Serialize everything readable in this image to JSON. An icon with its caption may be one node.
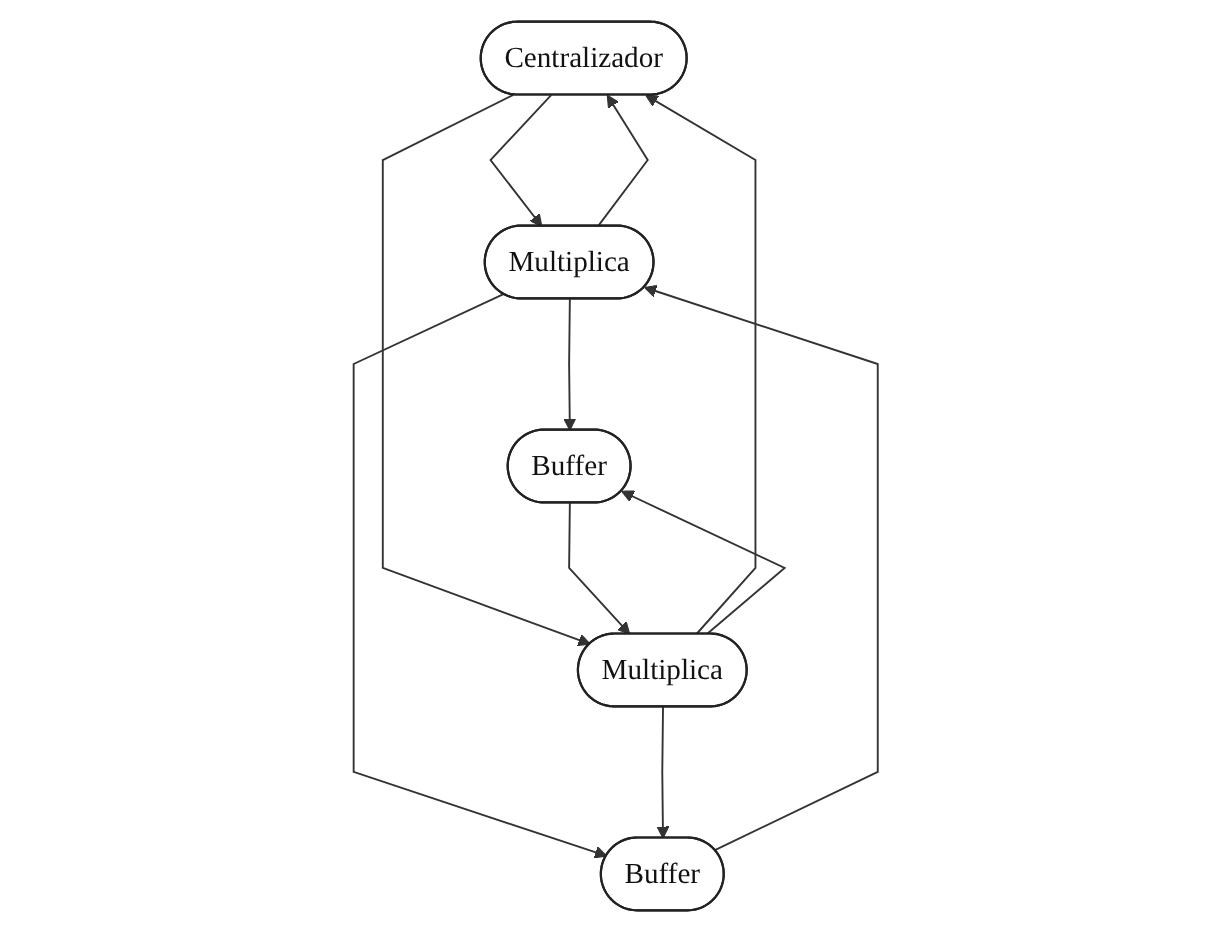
{
  "diagram": {
    "nodes": [
      {
        "text": [
          "Centralizador"
        ]
      },
      {
        "text": [
          "Multiplica"
        ]
      },
      {
        "text": [
          "Multiplica"
        ]
      },
      {
        "text": [
          "Buffer"
        ]
      },
      {
        "text": [
          "Buffer"
        ]
      }
    ],
    "edges": [
      {
        "from": 1,
        "to": 0,
        "arrow": "to"
      },
      {
        "from": 0,
        "to": 1,
        "arrow": "to"
      },
      {
        "from": 0,
        "to": 2,
        "arrow": "to"
      },
      {
        "from": 2,
        "to": 0,
        "arrow": "to"
      },
      {
        "from": 1,
        "to": 3,
        "arrow": "to"
      },
      {
        "from": 1,
        "to": 4,
        "arrow": "to"
      },
      {
        "from": 2,
        "to": 4,
        "arrow": "to"
      },
      {
        "from": 2,
        "to": 3,
        "arrow": "to"
      },
      {
        "from": 3,
        "to": 2,
        "arrow": "to"
      },
      {
        "from": 4,
        "to": 1,
        "arrow": "to"
      }
    ]
  }
}
